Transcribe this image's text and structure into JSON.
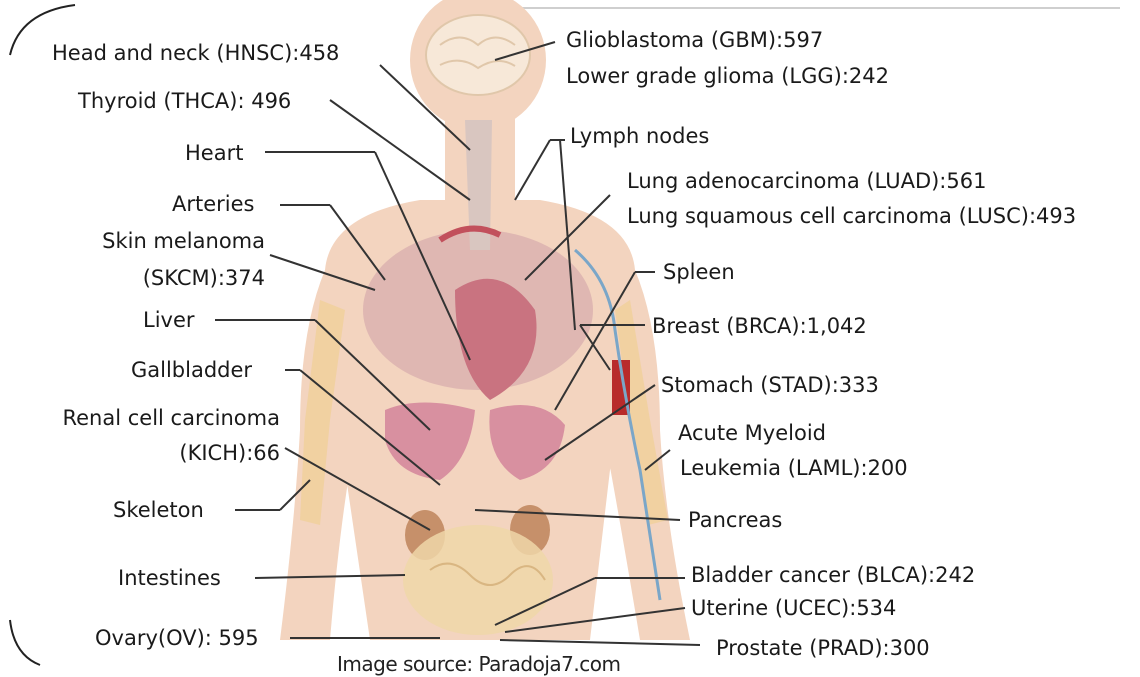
{
  "labels": {
    "hnsc": "Head and neck (HNSC):458",
    "thca": "Thyroid (THCA): 496",
    "heart": "Heart",
    "arteries": "Arteries",
    "skcm_1": "Skin melanoma",
    "skcm_2": "(SKCM):374",
    "liver": "Liver",
    "gallbladder": "Gallbladder",
    "kich_1": "Renal cell carcinoma",
    "kich_2": "(KICH):66",
    "skeleton": "Skeleton",
    "intestines": "Intestines",
    "ov": "Ovary(OV): 595",
    "gbm": "Glioblastoma (GBM):597",
    "lgg": "Lower grade glioma (LGG):242",
    "lymph": "Lymph nodes",
    "luad": "Lung adenocarcinoma (LUAD):561",
    "lusc": "Lung squamous cell carcinoma (LUSC):493",
    "spleen": "Spleen",
    "brca": "Breast (BRCA):1,042",
    "stad": "Stomach (STAD):333",
    "laml_1": "Acute Myeloid",
    "laml_2": "Leukemia (LAML):200",
    "pancreas": "Pancreas",
    "blca": "Bladder cancer (BLCA):242",
    "ucec": "Uterine (UCEC):534",
    "prad": "Prostate (PRAD):300"
  },
  "source": "Image source: Paradoja7.com",
  "colors": {
    "skin": "#f3d4bf",
    "organs": "#dc9aa3",
    "bone": "#f0d09a",
    "line": "#333333"
  }
}
